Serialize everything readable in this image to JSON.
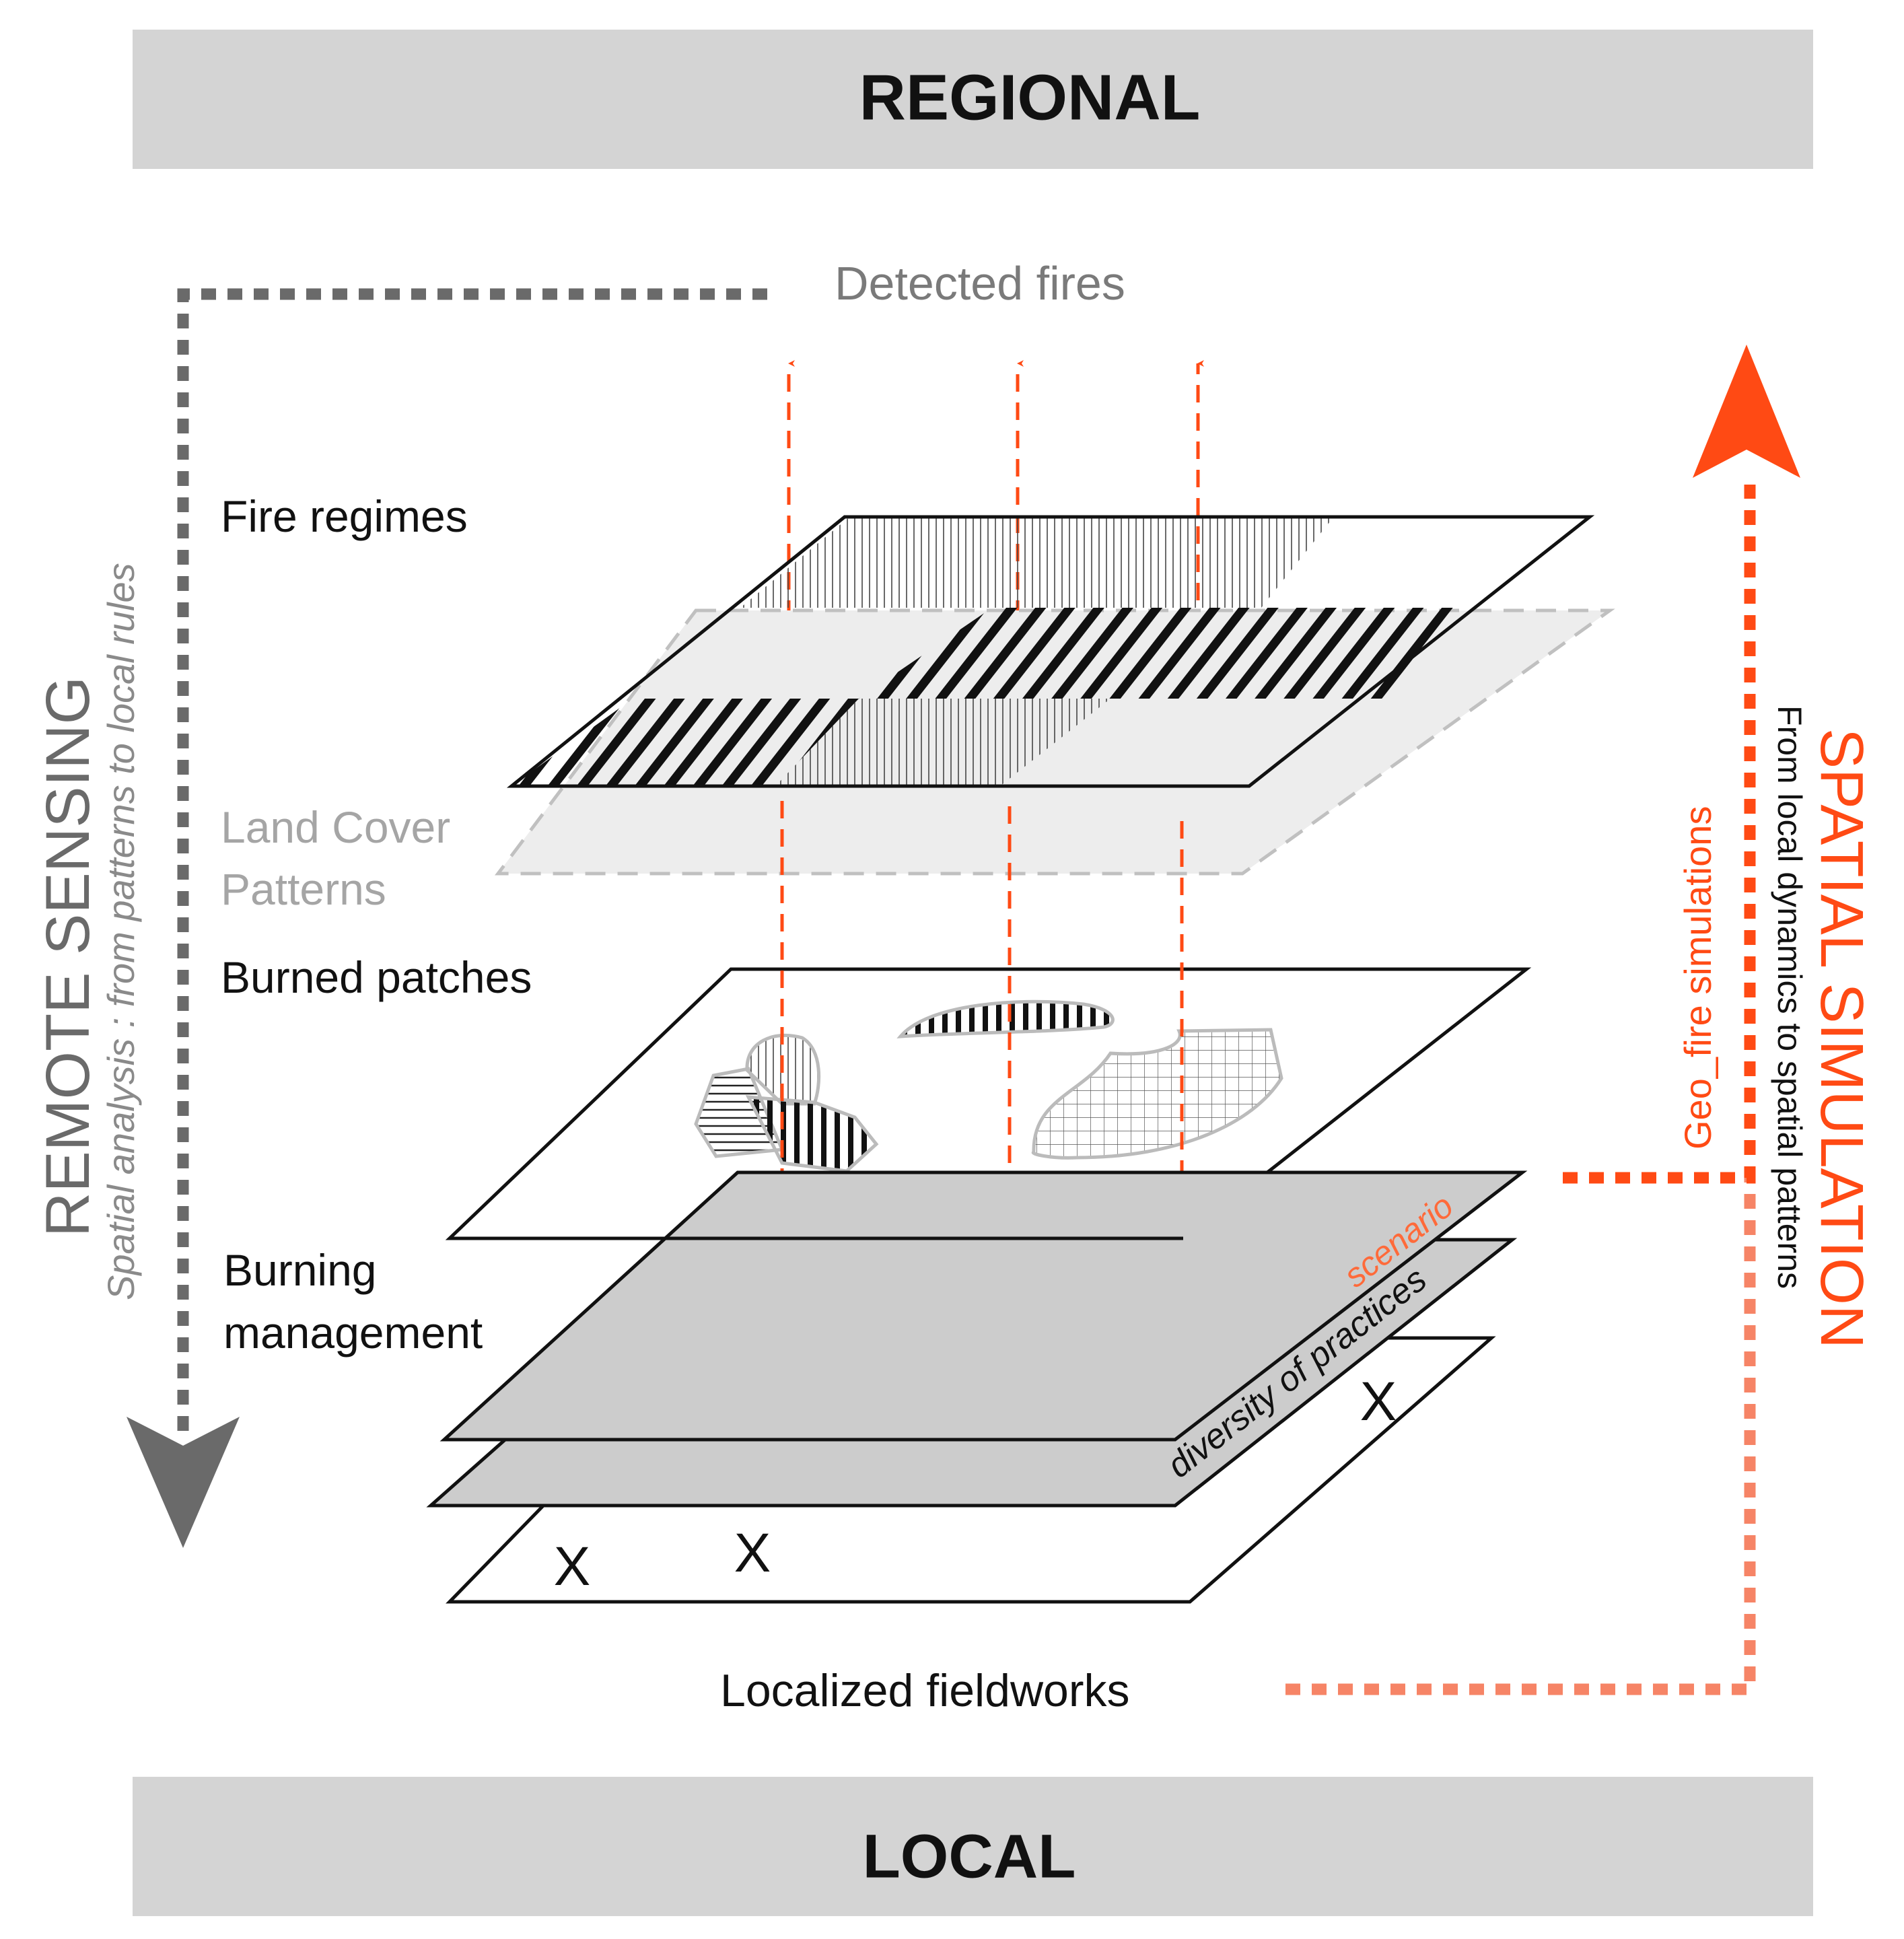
{
  "bands": {
    "top": "REGIONAL",
    "bottom": "LOCAL"
  },
  "labels": {
    "detected_fires": "Detected fires",
    "fire_regimes": "Fire regimes",
    "land_cover_line1": "Land Cover",
    "land_cover_line2": "Patterns",
    "burned_patches": "Burned patches",
    "burning_management_line1": "Burning",
    "burning_management_line2": "management",
    "scenario": "scenario",
    "diversity_of_practices": "diversity of practices",
    "localized_fieldworks": "Localized fieldworks",
    "field_marker": "X"
  },
  "left_axis": {
    "title": "REMOTE SENSING",
    "subtitle": "Spatial analysis : from patterns to local rules"
  },
  "right_axis": {
    "title": "SPATIAL SIMULATION",
    "subtitle": "From local dynamics to spatial patterns",
    "geo_fire": "Geo_fire simulations"
  },
  "colors": {
    "band_fill": "#d4d4d4",
    "band_text": "#111111",
    "remote_sensing": "#6a6a6a",
    "remote_sensing_subtitle": "#8a8a8a",
    "simulation_orange": "#ff4a14",
    "simulation_orange_light": "#f68466",
    "land_cover": "#ededed",
    "management_layer": "#cccccc",
    "detected_fires_text": "#7a7a7a",
    "land_cover_text": "#a5a5a5"
  }
}
